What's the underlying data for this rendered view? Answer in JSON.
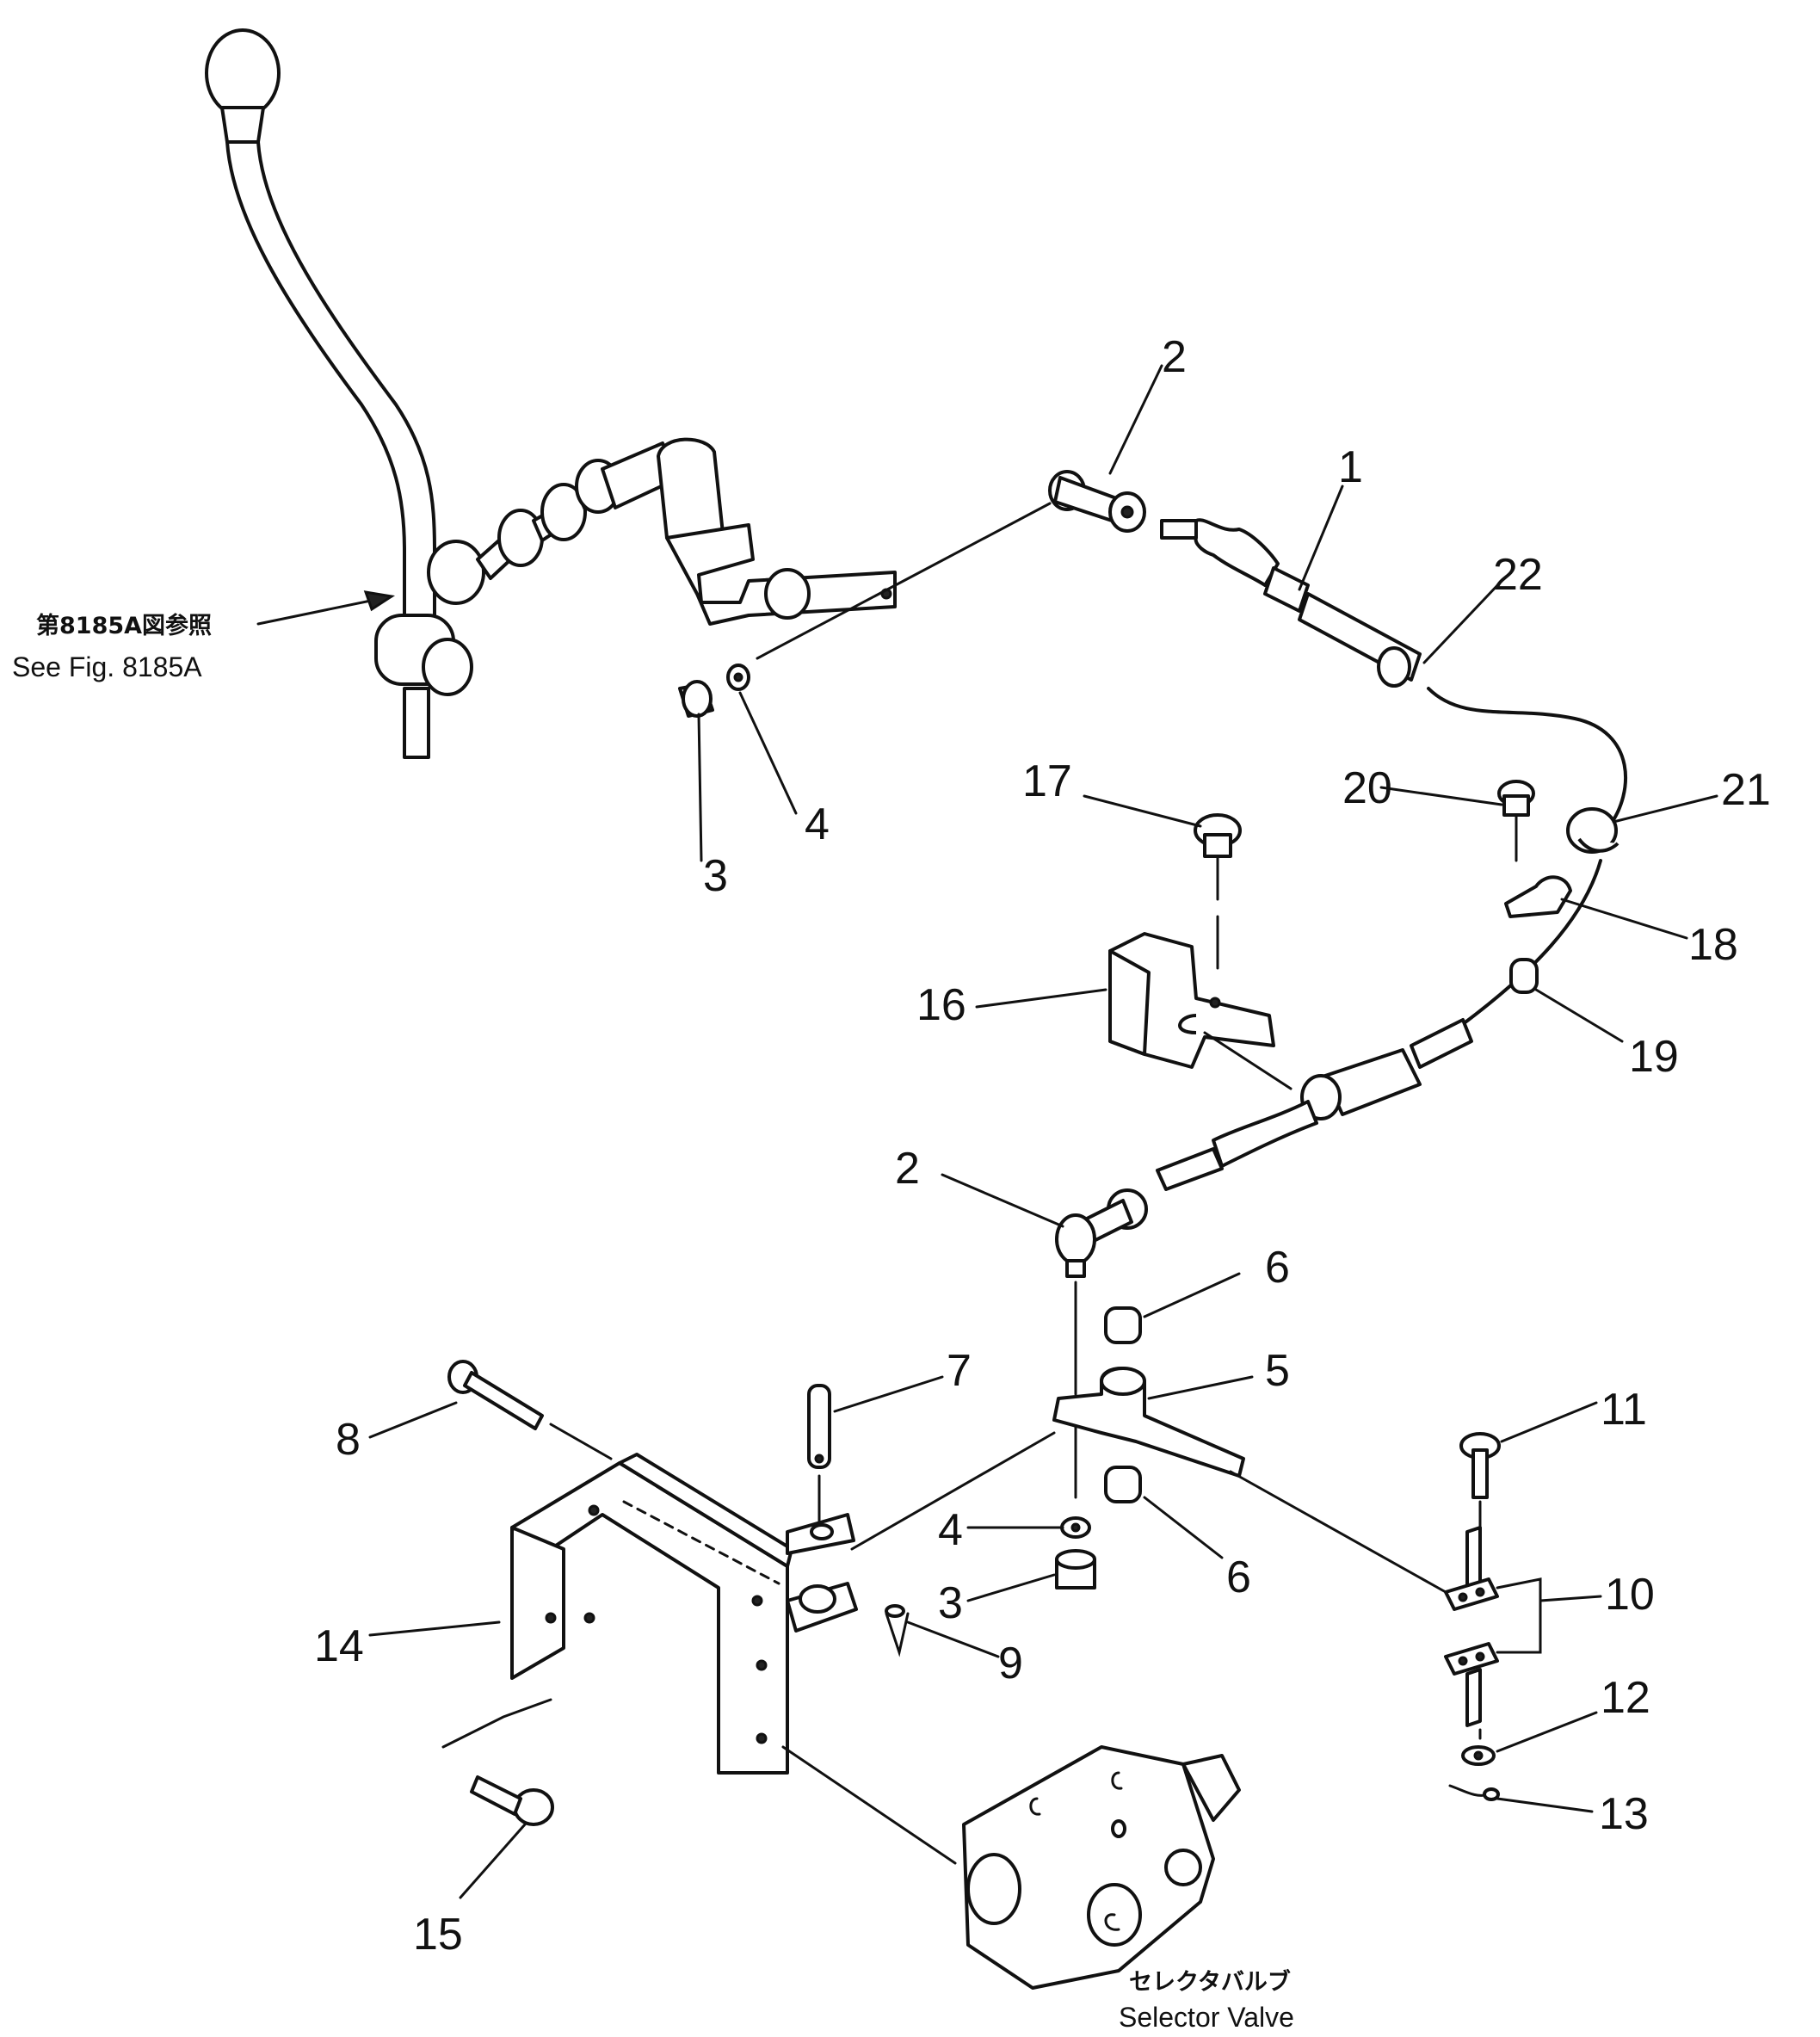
{
  "references": {
    "figure_ref_jp": "第8185A図参照",
    "figure_ref_en": "See Fig. 8185A",
    "valve_jp": "セレクタバルブ",
    "valve_en": "Selector Valve"
  },
  "callouts": {
    "c1": "1",
    "c2_top": "2",
    "c2_bottom": "2",
    "c3_top": "3",
    "c3_bottom": "3",
    "c4_top": "4",
    "c4_bottom": "4",
    "c5": "5",
    "c6_top": "6",
    "c6_bottom": "6",
    "c7": "7",
    "c8": "8",
    "c9": "9",
    "c10": "10",
    "c11": "11",
    "c12": "12",
    "c13": "13",
    "c14": "14",
    "c15": "15",
    "c16": "16",
    "c17": "17",
    "c18": "18",
    "c19": "19",
    "c20": "20",
    "c21": "21",
    "c22": "22"
  }
}
